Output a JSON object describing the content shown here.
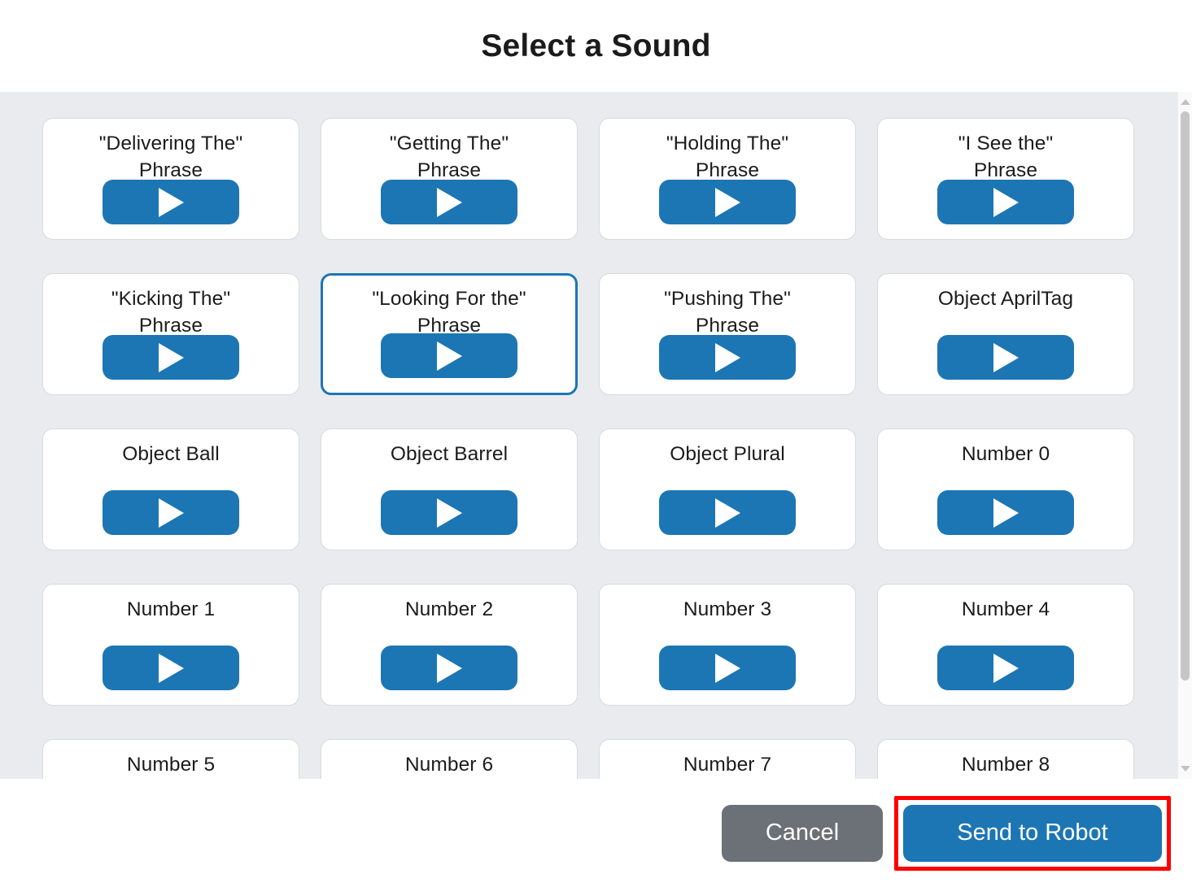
{
  "header": {
    "title": "Select a Sound"
  },
  "sounds": [
    {
      "label": "\"Delivering The\"\nPhrase",
      "selected": false,
      "play_icon": "play-icon"
    },
    {
      "label": "\"Getting The\"\nPhrase",
      "selected": false,
      "play_icon": "play-icon"
    },
    {
      "label": "\"Holding The\"\nPhrase",
      "selected": false,
      "play_icon": "play-icon"
    },
    {
      "label": "\"I See the\"\nPhrase",
      "selected": false,
      "play_icon": "play-icon"
    },
    {
      "label": "\"Kicking The\"\nPhrase",
      "selected": false,
      "play_icon": "play-icon"
    },
    {
      "label": "\"Looking For the\"\nPhrase",
      "selected": true,
      "play_icon": "play-icon"
    },
    {
      "label": "\"Pushing The\"\nPhrase",
      "selected": false,
      "play_icon": "play-icon"
    },
    {
      "label": "Object AprilTag",
      "selected": false,
      "play_icon": "play-icon"
    },
    {
      "label": "Object Ball",
      "selected": false,
      "play_icon": "play-icon"
    },
    {
      "label": "Object Barrel",
      "selected": false,
      "play_icon": "play-icon"
    },
    {
      "label": "Object Plural",
      "selected": false,
      "play_icon": "play-icon"
    },
    {
      "label": "Number 0",
      "selected": false,
      "play_icon": "play-icon"
    },
    {
      "label": "Number 1",
      "selected": false,
      "play_icon": "play-icon"
    },
    {
      "label": "Number 2",
      "selected": false,
      "play_icon": "play-icon"
    },
    {
      "label": "Number 3",
      "selected": false,
      "play_icon": "play-icon"
    },
    {
      "label": "Number 4",
      "selected": false,
      "play_icon": "play-icon"
    },
    {
      "label": "Number 5",
      "selected": false,
      "play_icon": "play-icon"
    },
    {
      "label": "Number 6",
      "selected": false,
      "play_icon": "play-icon"
    },
    {
      "label": "Number 7",
      "selected": false,
      "play_icon": "play-icon"
    },
    {
      "label": "Number 8",
      "selected": false,
      "play_icon": "play-icon"
    }
  ],
  "scrollbar": {
    "up_arrow_icon": "chevron-up-icon",
    "down_arrow_icon": "chevron-down-icon"
  },
  "footer": {
    "cancel_label": "Cancel",
    "send_label": "Send to Robot"
  },
  "colors": {
    "accent_blue": "#1c76b4",
    "cancel_gray": "#6c7077",
    "body_background": "#e9ebee",
    "highlight_red": "#ff0000",
    "card_border": "#d8dadd"
  }
}
